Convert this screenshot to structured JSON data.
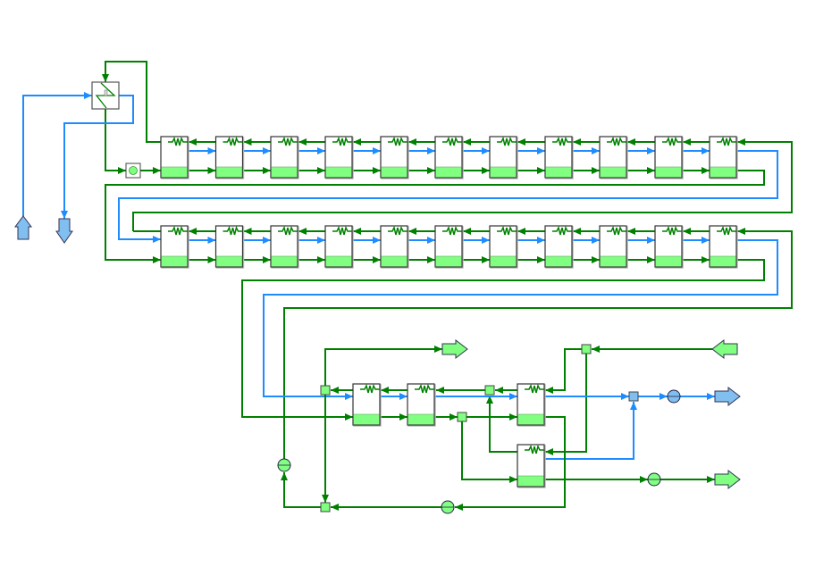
{
  "diagram": {
    "title": "",
    "colors": {
      "liquid_line": "#008000",
      "vapor_line": "#1e8cff",
      "liquid_fill": "#80ff80",
      "vapor_fill": "#80bff0",
      "unit_border": "#333333",
      "background": "#ffffff"
    },
    "stage_rows": 2,
    "stages_per_row": 11,
    "bottom_section_units": 4,
    "pumps": 4,
    "inlets": 2,
    "outlets": 4
  }
}
